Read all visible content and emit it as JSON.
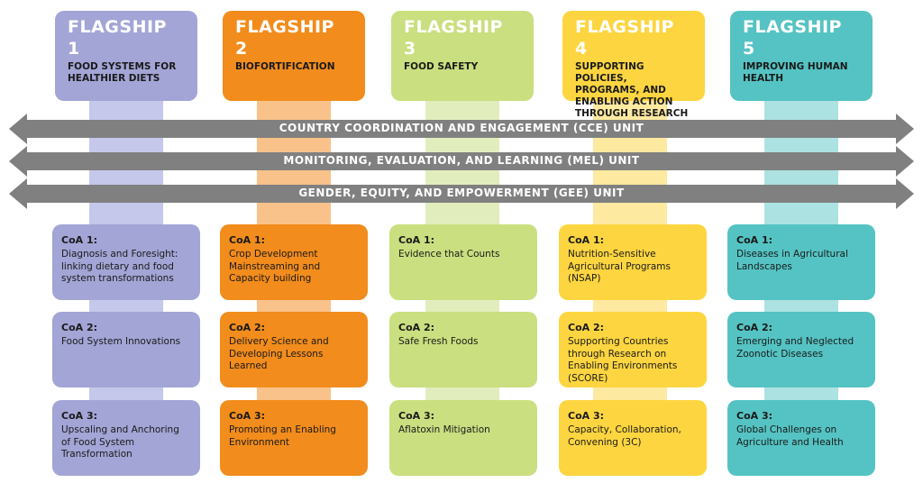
{
  "colors": {
    "arrow": "#808080",
    "flagship_1": {
      "box": "#a3a5d6",
      "stem": "#c5c8ea"
    },
    "flagship_2": {
      "box": "#f28c1c",
      "stem": "#f9c28a"
    },
    "flagship_3": {
      "box": "#cadf7f",
      "stem": "#e2edbd"
    },
    "flagship_4": {
      "box": "#fdd540",
      "stem": "#fde9a0"
    },
    "flagship_5": {
      "box": "#55c3c3",
      "stem": "#ace2e2"
    }
  },
  "flagships": [
    {
      "title": "FLAGSHIP 1",
      "subtitle": "FOOD SYSTEMS FOR HEALTHIER DIETS",
      "coas": [
        {
          "label": "CoA 1:",
          "text": "Diagnosis and Foresight: linking dietary and food system transformations"
        },
        {
          "label": "CoA 2:",
          "text": "Food System Innovations"
        },
        {
          "label": "CoA 3:",
          "text": "Upscaling and Anchoring of Food System Transformation"
        }
      ]
    },
    {
      "title": "FLAGSHIP 2",
      "subtitle": "BIOFORTIFICATION",
      "coas": [
        {
          "label": "CoA 1:",
          "text": "Crop Development Mainstreaming and Capacity building"
        },
        {
          "label": "CoA 2:",
          "text": "Delivery Science and Developing Lessons Learned"
        },
        {
          "label": "CoA 3:",
          "text": "Promoting an Enabling Environment"
        }
      ]
    },
    {
      "title": "FLAGSHIP 3",
      "subtitle": "FOOD SAFETY",
      "coas": [
        {
          "label": "CoA 1:",
          "text": "Evidence that Counts"
        },
        {
          "label": "CoA 2:",
          "text": "Safe Fresh Foods"
        },
        {
          "label": "CoA 3:",
          "text": "Aflatoxin Mitigation"
        }
      ]
    },
    {
      "title": "FLAGSHIP 4",
      "subtitle": "SUPPORTING POLICIES, PROGRAMS, AND ENABLING ACTION THROUGH RESEARCH",
      "coas": [
        {
          "label": "CoA 1:",
          "text": "Nutrition-Sensitive Agricultural Programs (NSAP)"
        },
        {
          "label": "CoA 2:",
          "text": "Supporting Countries through Research on Enabling Environments (SCORE)"
        },
        {
          "label": "CoA 3:",
          "text": "Capacity, Collaboration, Convening (3C)"
        }
      ]
    },
    {
      "title": "FLAGSHIP 5",
      "subtitle": "IMPROVING HUMAN HEALTH",
      "coas": [
        {
          "label": "CoA 1:",
          "text": "Diseases in Agricultural Landscapes"
        },
        {
          "label": "CoA 2:",
          "text": "Emerging and Neglected Zoonotic Diseases"
        },
        {
          "label": "CoA 3:",
          "text": "Global Challenges on Agriculture and Health"
        }
      ]
    }
  ],
  "units": [
    "COUNTRY COORDINATION AND ENGAGEMENT (CCE) UNIT",
    "MONITORING, EVALUATION, AND LEARNING (MEL) UNIT",
    "GENDER, EQUITY, AND EMPOWERMENT (GEE) UNIT"
  ]
}
